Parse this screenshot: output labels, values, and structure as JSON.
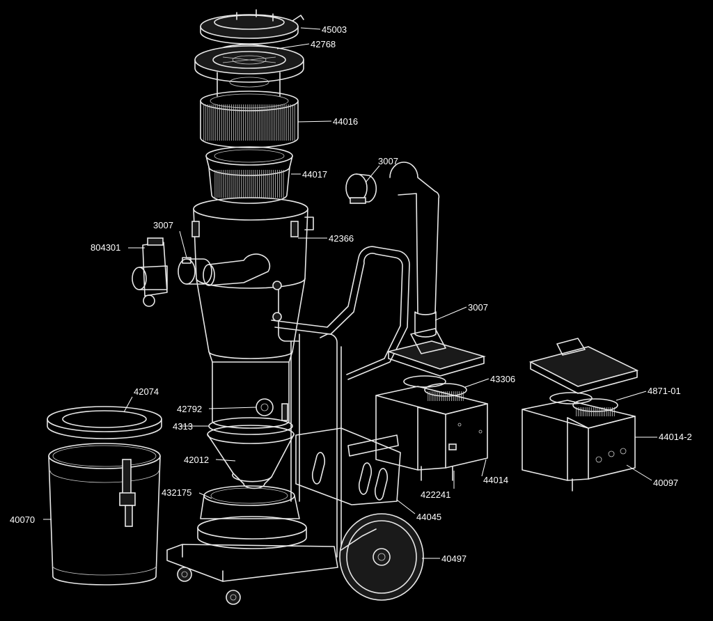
{
  "diagram": {
    "background": "#000000",
    "line_color": "#e8e8e8",
    "part_numbers": {
      "cover": "45003",
      "filter_ring": "42768",
      "main_filter": "44016",
      "pre_filter": "44017",
      "hose_cuff_top": "3007",
      "cyclone_body": "42366",
      "hose_cuff_inlet": "3007",
      "inlet_valve": "804301",
      "hose_cuff_motor": "3007",
      "motor_left": "43306",
      "motor_right": "4871-01",
      "lid_ring": "42074",
      "motor_housing_right": "44014-2",
      "clamp": "42792",
      "seal_ring": "4313",
      "cone": "42012",
      "motor_housing_left": "44014",
      "switch": "422241",
      "connector": "40097",
      "bag_holder": "432175",
      "frame": "44045",
      "drum": "40070",
      "wheel": "40497"
    }
  }
}
